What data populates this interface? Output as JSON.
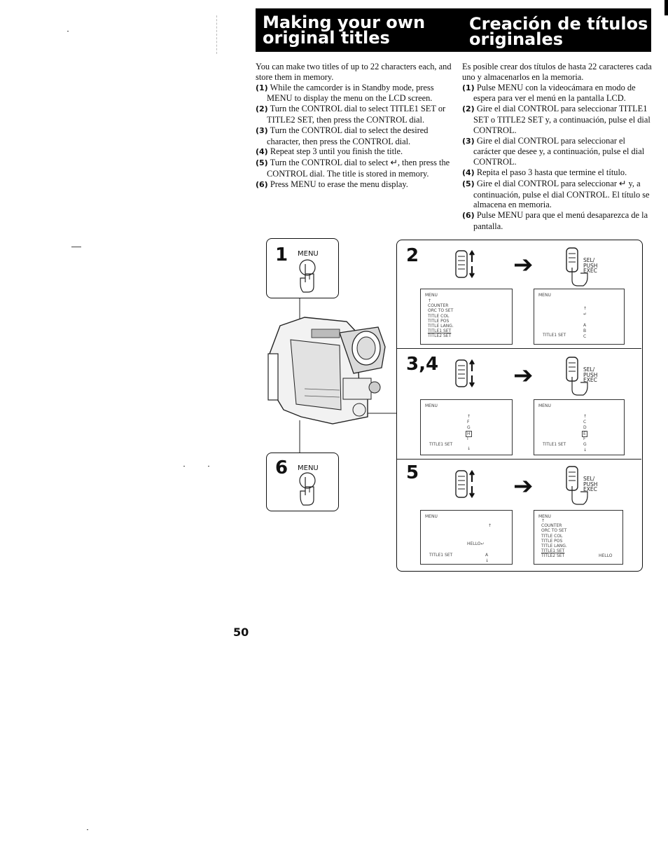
{
  "header": {
    "en_title": "Making your own\noriginal titles",
    "es_title": "Creación de títulos\noriginales"
  },
  "english": {
    "intro": "You can make two titles of up to 22 characters each, and store them in memory.",
    "steps": [
      {
        "num": "(1)",
        "text": "While the camcorder is in Standby mode, press MENU to display the menu on the LCD screen."
      },
      {
        "num": "(2)",
        "text": "Turn the CONTROL dial to select TITLE1 SET or TITLE2 SET, then press the CONTROL dial."
      },
      {
        "num": "(3)",
        "text": "Turn the CONTROL dial to select the desired character, then press the CONTROL dial."
      },
      {
        "num": "(4)",
        "text": "Repeat step 3 until you finish the title."
      },
      {
        "num": "(5)",
        "text": "Turn the CONTROL dial to select ↵, then press the CONTROL dial. The title is stored in memory."
      },
      {
        "num": "(6)",
        "text": "Press MENU to erase the menu display."
      }
    ]
  },
  "spanish": {
    "intro": "Es posible crear dos títulos de hasta 22 caracteres cada uno y almacenarlos en la memoria.",
    "steps": [
      {
        "num": "(1)",
        "text": "Pulse MENU con la videocámara en modo de espera para ver el menú en la pantalla LCD."
      },
      {
        "num": "(2)",
        "text": "Gire el dial CONTROL para seleccionar TITLE1 SET o TITLE2 SET y, a continuación, pulse el dial CONTROL."
      },
      {
        "num": "(3)",
        "text": "Gire el dial CONTROL para seleccionar el carácter que desee y, a continuación, pulse el dial CONTROL."
      },
      {
        "num": "(4)",
        "text": "Repita el paso 3 hasta que termine el título."
      },
      {
        "num": "(5)",
        "text": "Gire el dial CONTROL para seleccionar ↵ y, a continuación, pulse el dial CONTROL. El título se almacena en memoria."
      },
      {
        "num": "(6)",
        "text": "Pulse MENU para que el menú desaparezca de la pantalla."
      }
    ]
  },
  "illustration": {
    "step1": {
      "num": "1",
      "label": "MENU"
    },
    "step6": {
      "num": "6",
      "label": "MENU"
    },
    "row2": {
      "num": "2",
      "sel": "SEL/\nPUSH\nEXEC"
    },
    "row34": {
      "num": "3,4",
      "sel": "SEL/\nPUSH\nEXEC"
    },
    "row5": {
      "num": "5",
      "sel": "SEL/\nPUSH\nEXEC"
    },
    "menu_head": "MENU",
    "menu_items": [
      "COUNTER",
      "ORC TO SET",
      "TITLE COL",
      "TITLE POS",
      "TITLE LANG.",
      "TITLE1 SET",
      "TITLE2 SET"
    ],
    "title1_set": "TITLE1 SET",
    "chars_a": [
      "A",
      "B",
      "C"
    ],
    "chars_b": [
      "F",
      "G",
      "H",
      "I"
    ],
    "chars_c": [
      "C",
      "D",
      "E",
      "F",
      "G"
    ],
    "hello_text": "HELLO↵",
    "hello_saved": "HELLO"
  },
  "page_number": "50"
}
